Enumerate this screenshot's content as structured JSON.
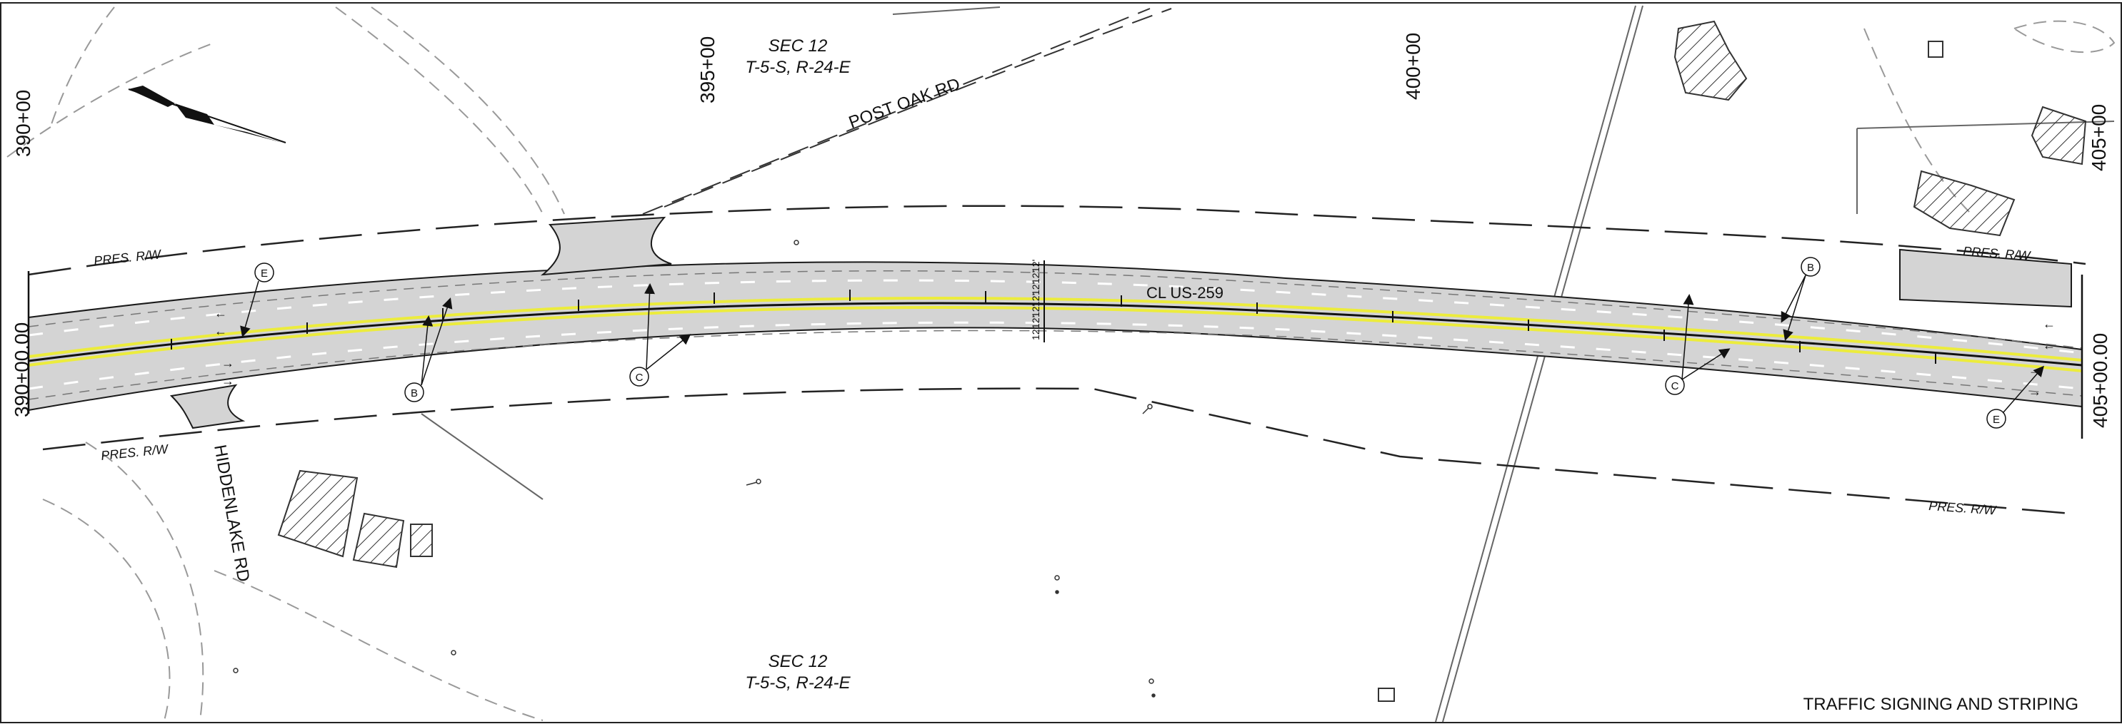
{
  "sheet_title": "TRAFFIC SIGNING AND STRIPING",
  "stations": {
    "top": [
      "390+00",
      "395+00",
      "400+00",
      "405+00"
    ],
    "match_left": "390+00.00",
    "match_right": "405+00.00"
  },
  "section_label": {
    "top": [
      "SEC 12",
      "T-5-S, R-24-E"
    ],
    "bottom": [
      "SEC 12",
      "T-5-S, R-24-E"
    ]
  },
  "roads": {
    "post_oak": "POST OAK RD",
    "hiddenlake": "HIDDENLAKE RD",
    "centerline": "CL US-259"
  },
  "row_labels": [
    "PRES. R/W",
    "PRES. R/W",
    "PRES. R/W",
    "PRES. R/W"
  ],
  "lane_widths": [
    "12'",
    "12'",
    "12'",
    "12'",
    "12'",
    "12'",
    "12'"
  ],
  "callouts": [
    "E",
    "B",
    "C",
    "B",
    "C",
    "E"
  ],
  "colors": {
    "pavement": "#d4d4d4",
    "edge_yellow": "#ecec3c",
    "linework": "#1a1a1a",
    "dashed": "#555555"
  },
  "icons": [
    "north-arrow-icon",
    "lane-arrow-icon",
    "callout-circle-icon",
    "building-hatch-icon"
  ]
}
